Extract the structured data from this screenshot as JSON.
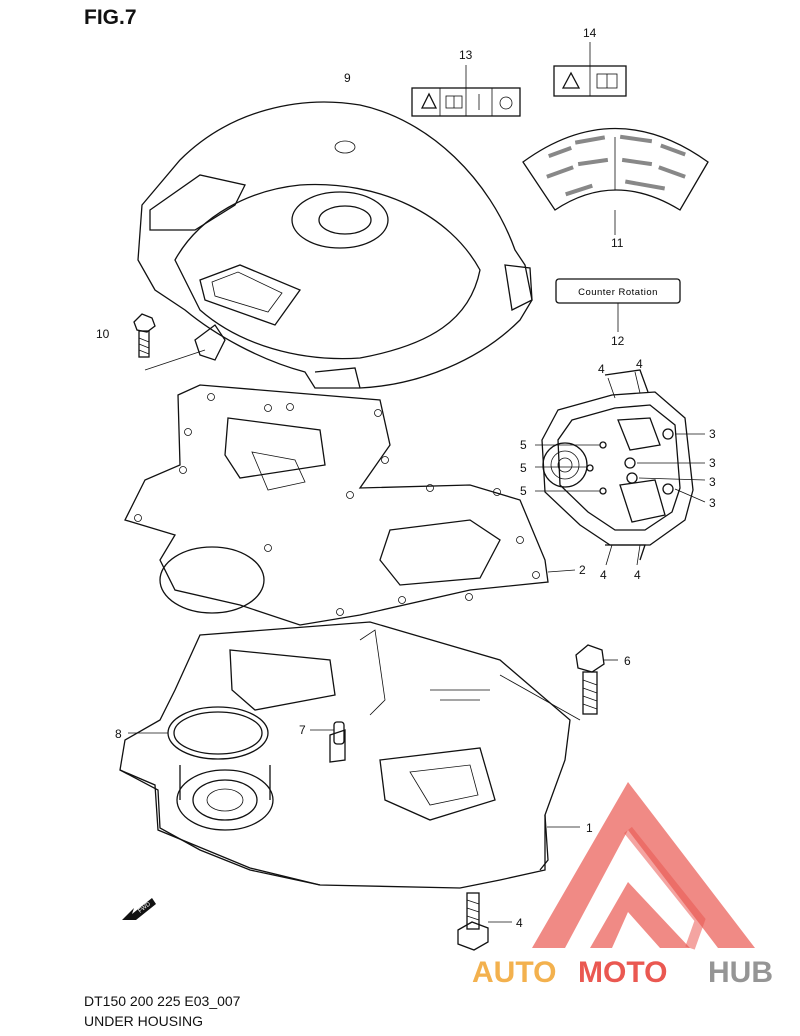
{
  "figure_title": "FIG.7",
  "footer": {
    "line1": "DT150 200 225 E03_007",
    "line2": "UNDER HOUSING"
  },
  "callouts": [
    "1",
    "2",
    "3",
    "4",
    "5",
    "6",
    "7",
    "8",
    "9",
    "10",
    "11",
    "12",
    "13",
    "14"
  ],
  "label_12_text": "Counter Rotation",
  "fwd_text": "FWD",
  "watermark": {
    "part1": "AUTO",
    "part2": "MOTO",
    "part3": "HUB",
    "colors": {
      "red": "#e8473f",
      "orange": "#f2a93b",
      "gray": "#8a8a8a"
    }
  }
}
